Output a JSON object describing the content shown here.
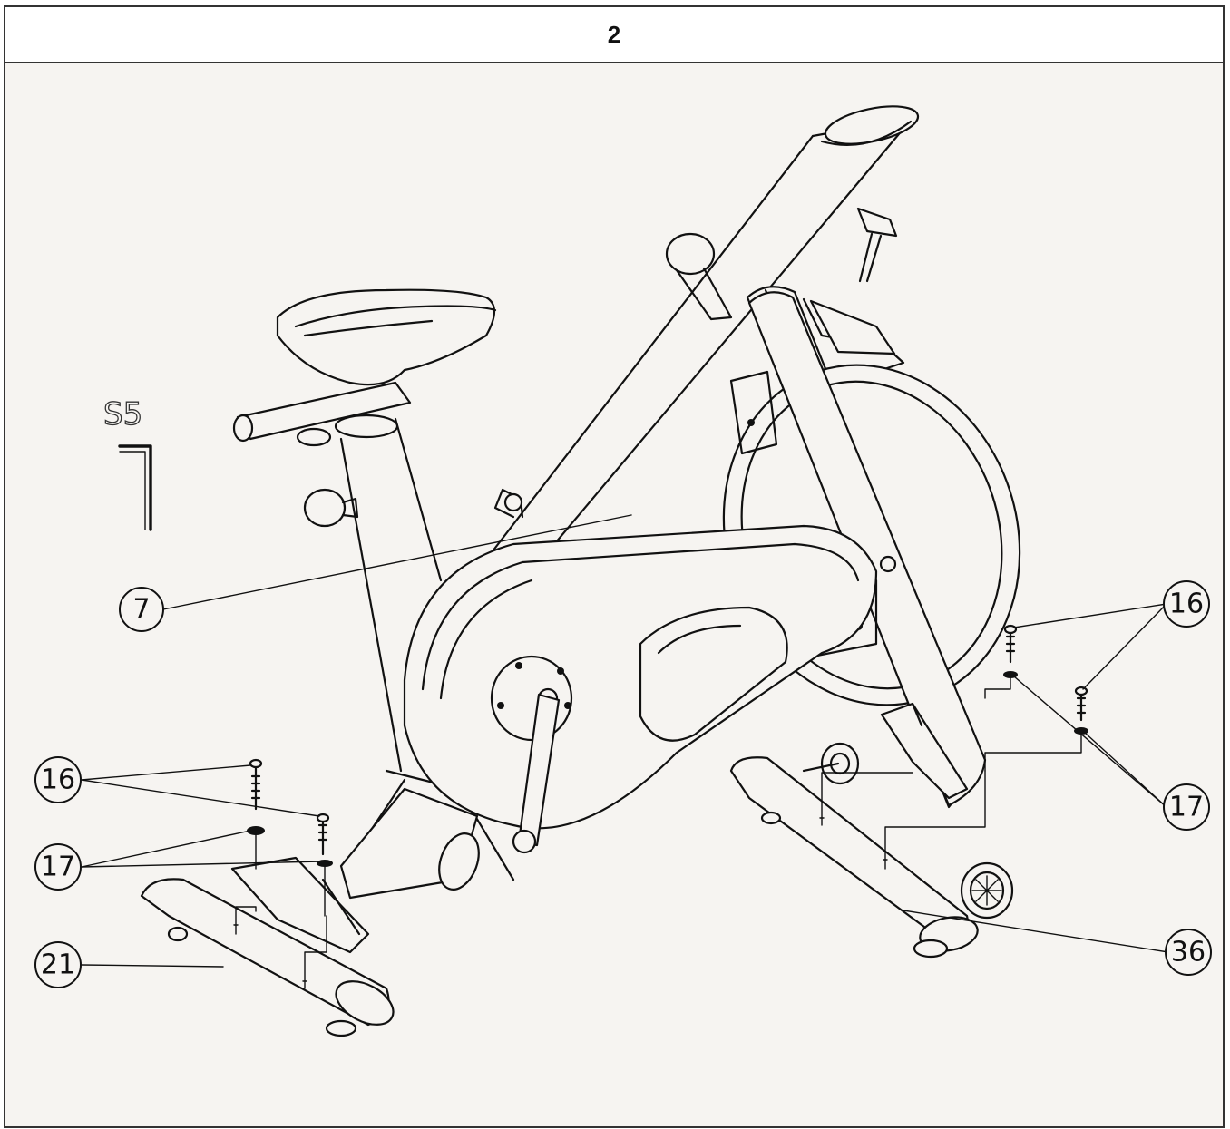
{
  "header": {
    "step_number": "2"
  },
  "tool": {
    "label": "S5"
  },
  "callouts": [
    {
      "id": "callout-7",
      "label": "7"
    },
    {
      "id": "callout-16-left",
      "label": "16"
    },
    {
      "id": "callout-17-left",
      "label": "17"
    },
    {
      "id": "callout-21",
      "label": "21"
    },
    {
      "id": "callout-16-right",
      "label": "16"
    },
    {
      "id": "callout-17-right",
      "label": "17"
    },
    {
      "id": "callout-36",
      "label": "36"
    }
  ]
}
